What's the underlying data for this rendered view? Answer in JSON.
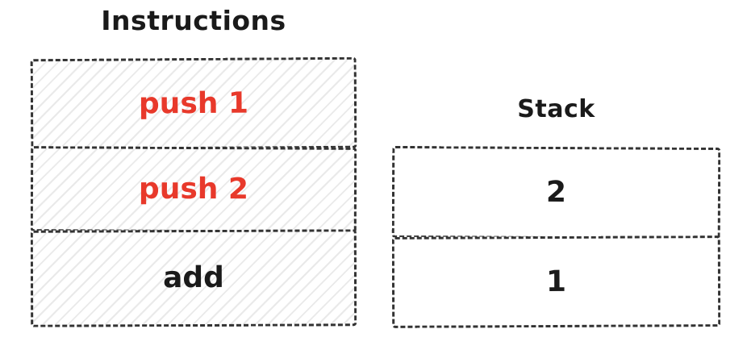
{
  "instructions": {
    "title": "Instructions",
    "items": [
      {
        "label": "push 1",
        "color": "#e8392b"
      },
      {
        "label": "push 2",
        "color": "#e8392b"
      },
      {
        "label": "add",
        "color": "#1a1a1a"
      }
    ]
  },
  "stack": {
    "title": "Stack",
    "items": [
      {
        "label": "2",
        "color": "#1a1a1a"
      },
      {
        "label": "1",
        "color": "#1a1a1a"
      }
    ]
  },
  "colors": {
    "stroke": "#333333",
    "highlight_red": "#e8392b",
    "text_black": "#1a1a1a",
    "hatch_fill": "#e9e9e9",
    "background": "#ffffff"
  }
}
